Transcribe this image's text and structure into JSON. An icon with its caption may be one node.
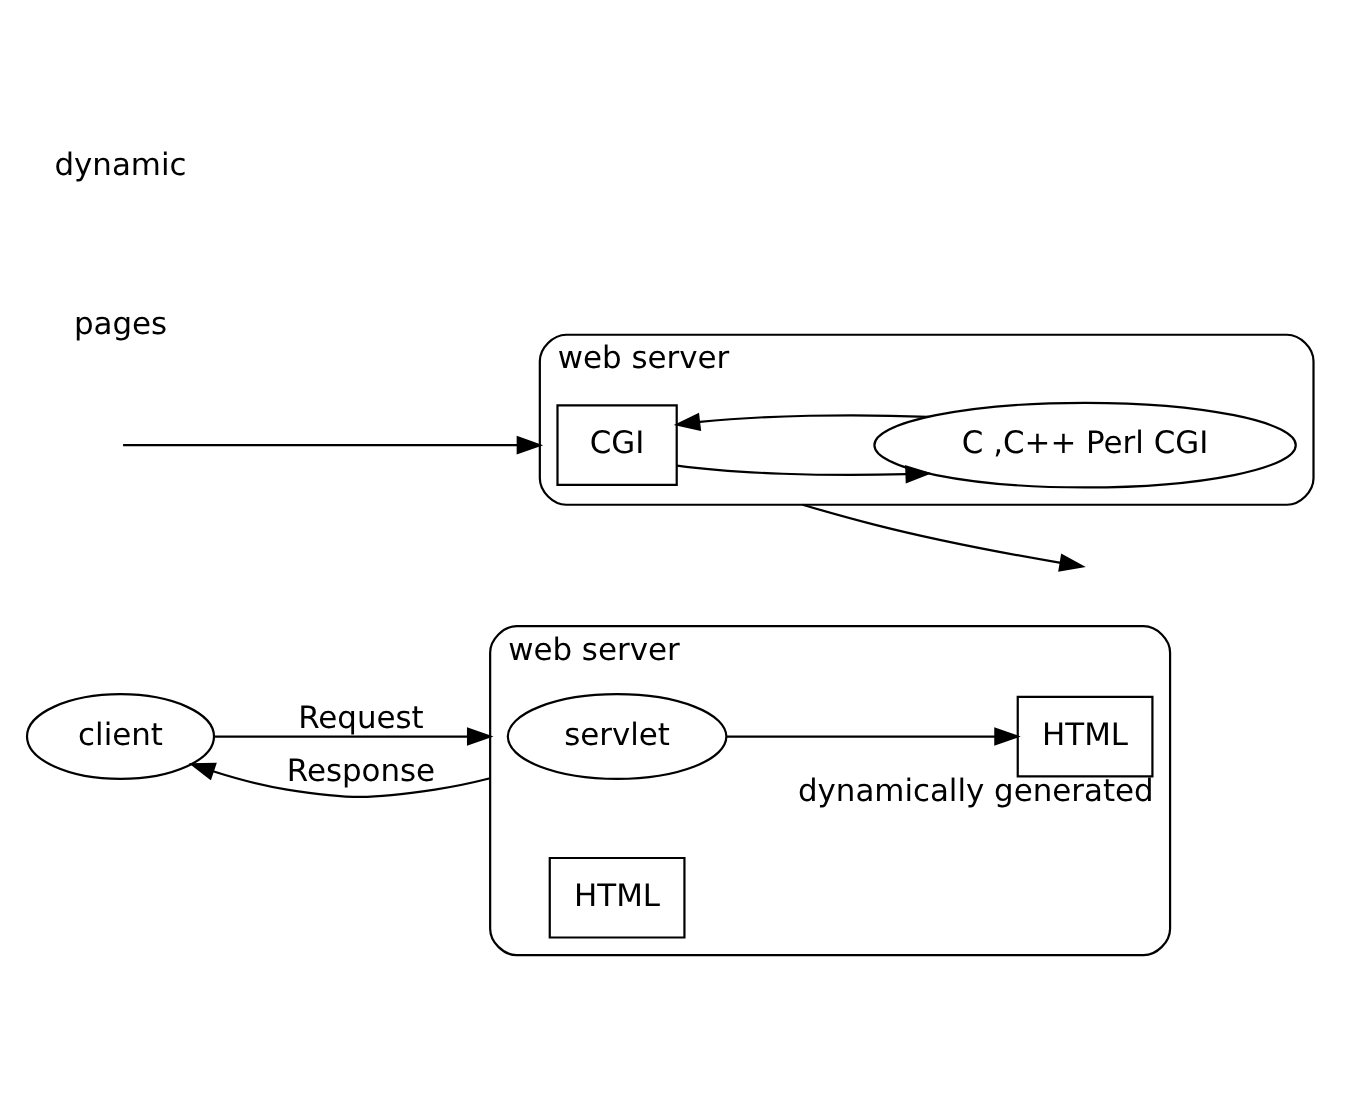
{
  "diagram": {
    "nodes": [
      {
        "text": [
          "client"
        ]
      },
      {
        "text": [
          "web server"
        ]
      },
      {
        "text": [
          "servlet"
        ],
        "in": 1
      },
      {
        "text": [
          "HTML"
        ],
        "in": 1,
        "beside": [
          "dynamically generated"
        ]
      },
      {
        "text": [
          "HTML"
        ],
        "in": 1
      },
      {
        "text": [
          "web server"
        ]
      },
      {
        "text": [
          "CGI"
        ],
        "in": 5
      },
      {
        "text": [
          "C ,C++ Perl CGI"
        ],
        "in": 5
      }
    ],
    "edges": [
      {
        "from": 0,
        "to": 1,
        "label": "Request",
        "arrow": "to"
      },
      {
        "from": 1,
        "to": 0,
        "label": "Response",
        "arrow": "to"
      },
      {
        "from": 2,
        "to": 3,
        "arrow": "to"
      },
      {
        "from": null,
        "to": 5,
        "arrow": "to"
      },
      {
        "from": 5,
        "to": null,
        "arrow": "to"
      },
      {
        "from": 6,
        "to": 7,
        "arrow": "to"
      },
      {
        "from": 7,
        "to": 6,
        "arrow": "to"
      }
    ],
    "labels": [
      "pages",
      "dynamic"
    ]
  }
}
